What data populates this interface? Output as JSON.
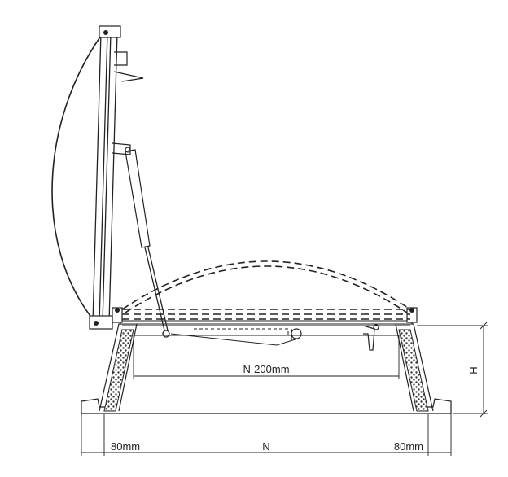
{
  "labels": {
    "inner_width": "N-200mm",
    "height": "H",
    "left_offset": "80mm",
    "overall_width": "N",
    "right_offset": "80mm"
  },
  "colors": {
    "ink": "#222222",
    "insulation": "#3a3a3a",
    "background": "#ffffff"
  }
}
